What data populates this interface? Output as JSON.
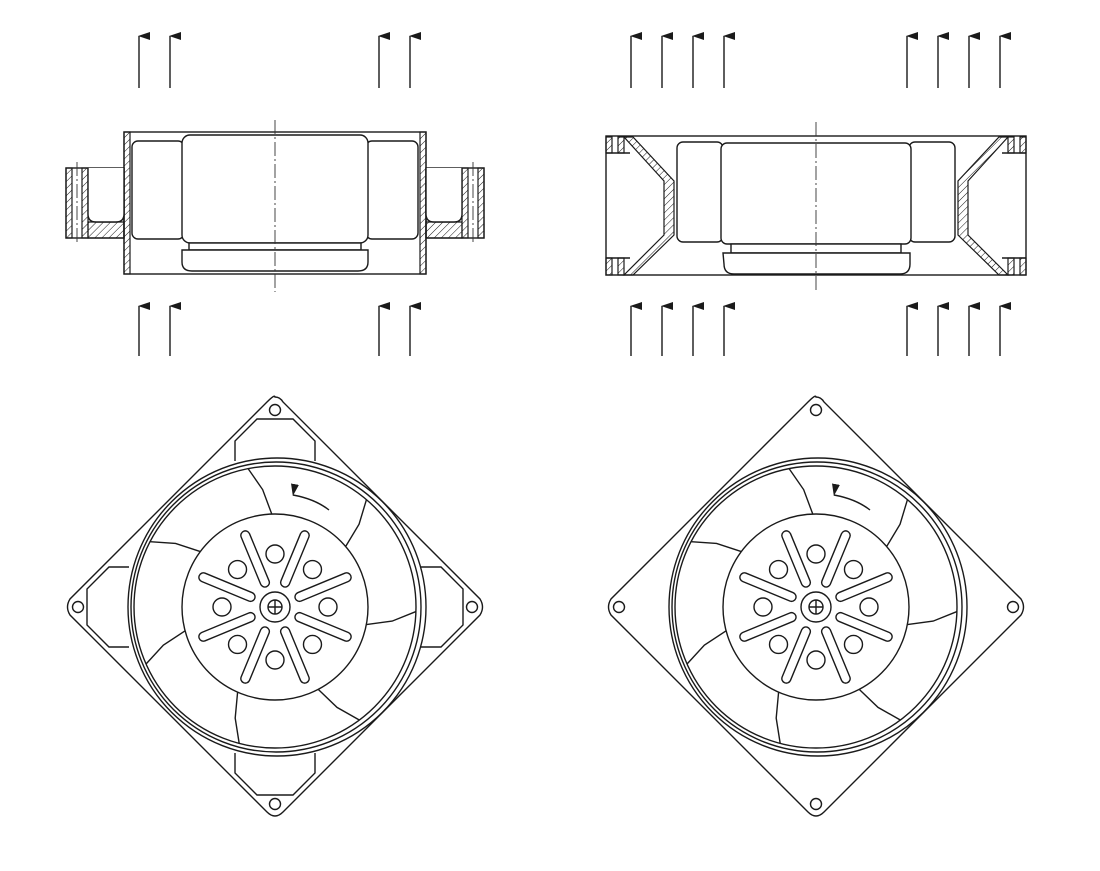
{
  "drawing": {
    "line_color": "#1a1a1a",
    "background": "#ffffff",
    "figures": [
      {
        "name": "fan-a",
        "airflow_arrows_per_side": 2,
        "blades": 7,
        "hub_slots": 8,
        "hub_holes": 8,
        "has_corner_pads": true
      },
      {
        "name": "fan-b",
        "airflow_arrows_per_side": 4,
        "blades": 7,
        "hub_slots": 8,
        "hub_holes": 8,
        "has_corner_pads": false
      }
    ]
  }
}
